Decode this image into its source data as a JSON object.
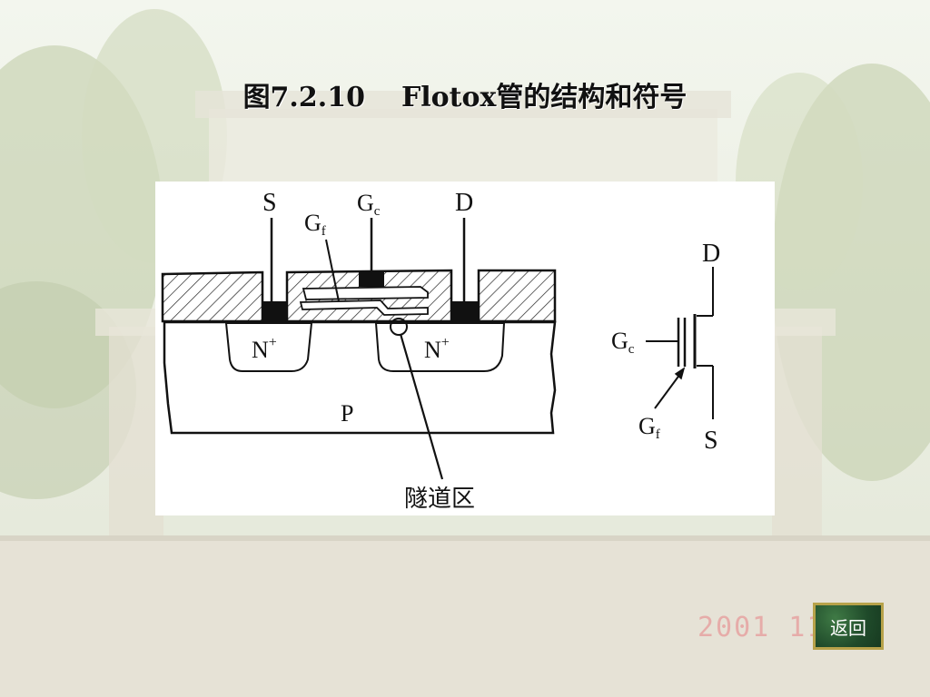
{
  "title": {
    "figure_number": "图7.2.10",
    "caption": "Flotox管的结构和符号"
  },
  "diagram": {
    "structure_labels": {
      "source": "S",
      "gate_control": "G",
      "gate_control_sub": "c",
      "drain": "D",
      "gate_float": "G",
      "gate_float_sub": "f",
      "n_plus_left": "N",
      "n_plus_right": "N",
      "n_plus_sup": "+",
      "substrate": "P",
      "tunnel_region": "隧道区"
    },
    "symbol_labels": {
      "drain": "D",
      "source": "S",
      "gate_control": "G",
      "gate_control_sub": "c",
      "gate_float": "G",
      "gate_float_sub": "f"
    }
  },
  "footer": {
    "date_stamp": "2001  11",
    "back_label": "返回"
  },
  "colors": {
    "back_button_bg": "#1f4a2a",
    "back_button_border": "#b7a24a",
    "date_stamp": "#e89696"
  }
}
